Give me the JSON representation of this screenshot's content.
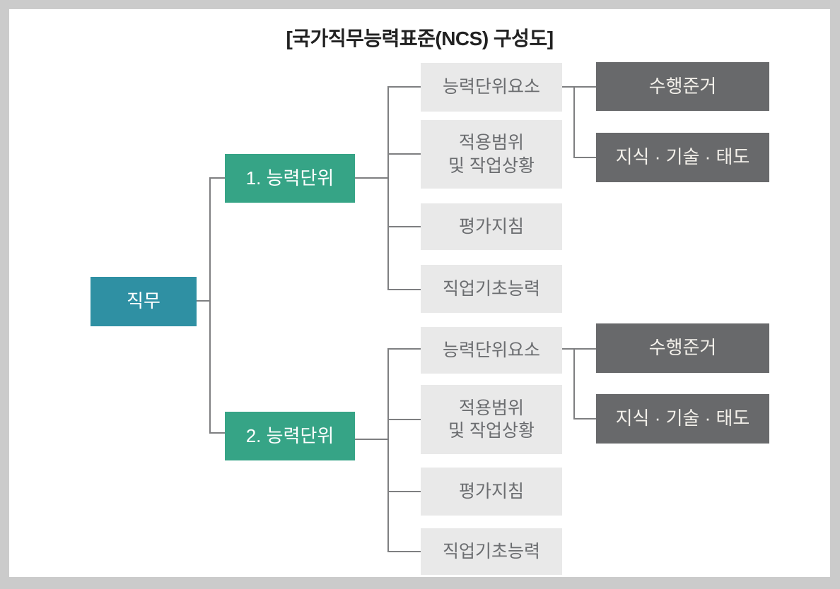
{
  "diagram": {
    "title": "[국가직무능력표준(NCS) 구성도]",
    "colors": {
      "frame": "#cbcbcb",
      "panel": "#ffffff",
      "root_box": "#2f90a3",
      "unit_box": "#36a486",
      "component_box": "#e9e9e9",
      "detail_box": "#68696b",
      "connector": "#7e7f81"
    },
    "root": {
      "label": "직무"
    },
    "groups": [
      {
        "unit": "1. 능력단위",
        "components": [
          {
            "label": "능력단위요소"
          },
          {
            "label": "적용범위\n및 작업상황"
          },
          {
            "label": "평가지침"
          },
          {
            "label": "직업기초능력"
          }
        ],
        "details": [
          {
            "label": "수행준거"
          },
          {
            "label": "지식 · 기술 · 태도"
          }
        ]
      },
      {
        "unit": "2. 능력단위",
        "components": [
          {
            "label": "능력단위요소"
          },
          {
            "label": "적용범위\n및 작업상황"
          },
          {
            "label": "평가지침"
          },
          {
            "label": "직업기초능력"
          }
        ],
        "details": [
          {
            "label": "수행준거"
          },
          {
            "label": "지식 · 기술 · 태도"
          }
        ]
      }
    ]
  }
}
